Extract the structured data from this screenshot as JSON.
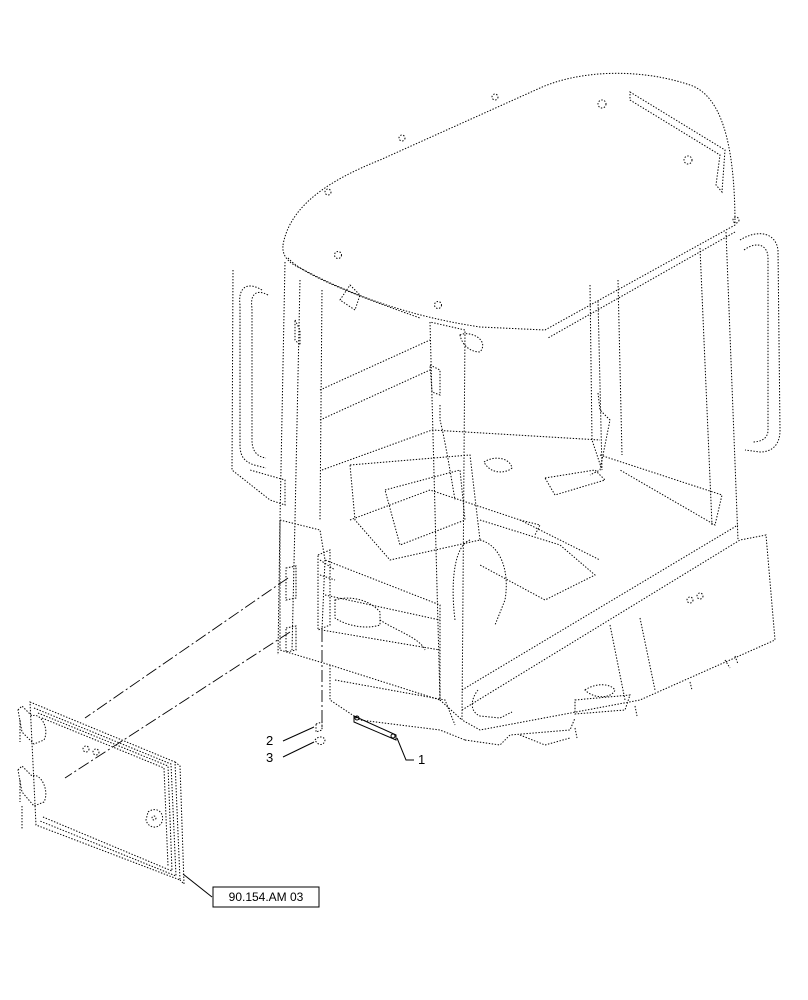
{
  "callouts": {
    "item_1": "1",
    "item_2": "2",
    "item_3": "3"
  },
  "reference": {
    "label": "90.154.AM 03"
  }
}
